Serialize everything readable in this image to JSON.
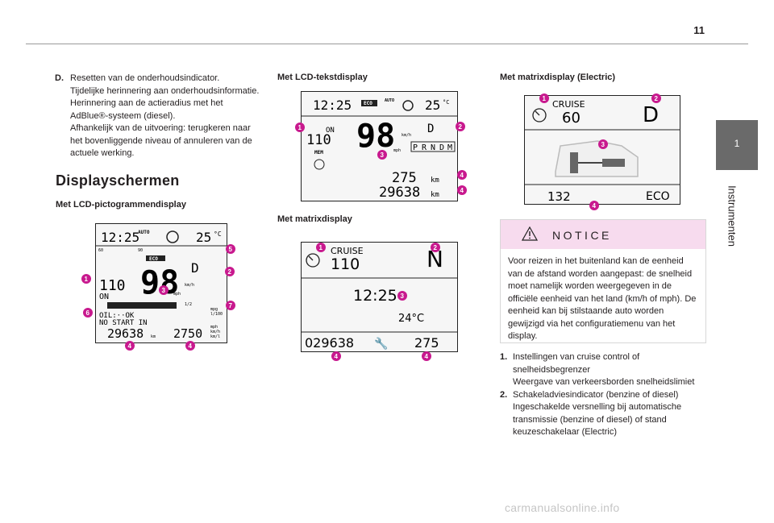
{
  "header": {
    "page_number": "11"
  },
  "side_tab": {
    "chapter_number": "1",
    "chapter_title": "Instrumenten"
  },
  "item_d": {
    "letter": "D.",
    "lines": [
      "Resetten van de onderhoudsindicator.",
      "Tijdelijke herinnering aan onderhoudsinformatie.",
      "Herinnering aan de actieradius met het",
      "AdBlue®-systeem (diesel).",
      "Afhankelijk van de uitvoering: terugkeren naar",
      "het bovenliggende niveau of annuleren van de",
      "actuele werking."
    ]
  },
  "section_title": "Displayschermen",
  "subheads": {
    "lcd_pictogram": "Met LCD-pictogrammendisplay",
    "lcd_text": "Met LCD-tekstdisplay",
    "matrix": "Met matrixdisplay",
    "matrix_electric": "Met matrixdisplay (Electric)"
  },
  "display_pictogram": {
    "time": "12:25",
    "auto": "AUTO",
    "temp": "25",
    "temp_unit": "°C",
    "eco": "ECO",
    "speed": "98",
    "speed_unit_top": "km/h",
    "speed_unit_bot": "mph",
    "gear": "D",
    "cruise": "110",
    "cruise_state": "ON",
    "oil": "OIL:··OK",
    "no_start": "NO START IN",
    "odometer": "29638",
    "odo_unit": "km",
    "range": "2750",
    "half": "1/2",
    "range_units": [
      "mph",
      "km/h",
      "km/l"
    ],
    "mpg": [
      "mpg",
      "l/100"
    ],
    "scale_left": "60",
    "scale_right": "90",
    "callouts": [
      "1",
      "2",
      "3",
      "4",
      "4",
      "5",
      "6",
      "7"
    ]
  },
  "display_text": {
    "time": "12:25",
    "eco": "ECO",
    "auto": "AUTO",
    "temp": "25",
    "temp_unit": "°C",
    "cruise_state": "ON",
    "cruise": "110",
    "speed": "98",
    "speed_unit_top": "km/h",
    "speed_unit_bot": "mph",
    "gear": "D",
    "gears": [
      "P",
      "R",
      "N",
      "D",
      "M"
    ],
    "mem": "MEM",
    "range": "275",
    "range_unit": "km",
    "odometer": "29638",
    "odo_unit": "km",
    "callouts": [
      "1",
      "2",
      "3",
      "4",
      "4"
    ]
  },
  "display_matrix": {
    "cruise_label": "CRUISE",
    "cruise_speed": "110",
    "gear": "N",
    "time": "12:25",
    "temp": "24°C",
    "odometer": "029638",
    "range": "275",
    "callouts": [
      "1",
      "2",
      "3",
      "4",
      "4"
    ]
  },
  "display_electric": {
    "cruise_label": "CRUISE",
    "cruise_speed": "60",
    "gear": "D",
    "range": "132",
    "mode": "ECO",
    "callouts": [
      "1",
      "2",
      "3",
      "4"
    ]
  },
  "notice": {
    "title": "NOTICE",
    "lines": [
      "Voor reizen in het buitenland kan de eenheid",
      "van de afstand worden aangepast: de snelheid",
      "moet namelijk worden weergegeven in de",
      "officiële eenheid van het land (km/h of mph). De",
      "eenheid kan bij stilstaande auto worden",
      "gewijzigd via het configuratiemenu van het",
      "display."
    ]
  },
  "items": [
    {
      "num": "1.",
      "lines": [
        "Instellingen van cruise control of",
        "snelheidsbegrenzer",
        "Weergave van verkeersborden snelheidslimiet"
      ]
    },
    {
      "num": "2.",
      "lines": [
        "Schakeladviesindicator (benzine of diesel)",
        "Ingeschakelde versnelling bij automatische",
        "transmissie (benzine of diesel) of stand",
        "keuzeschakelaar (Electric)"
      ]
    }
  ],
  "watermark": "carmanualsonline.info",
  "colors": {
    "callout": "#c8198e",
    "tab": "#6a6a6a",
    "notice_header": "#f7dbee"
  }
}
